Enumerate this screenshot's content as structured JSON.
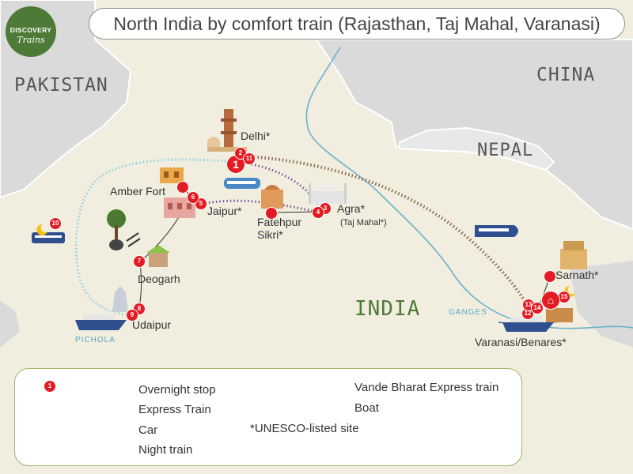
{
  "title": "North India by comfort train (Rajasthan, Taj Mahal, Varanasi)",
  "logo": {
    "brand": "DISCOVERY",
    "sub": "Trains"
  },
  "countries": {
    "pakistan": "PAKISTAN",
    "china": "CHINA",
    "nepal": "NEPAL",
    "india": "INDIA"
  },
  "water": {
    "ganges": "GANGES",
    "pichola": "PICHOLA"
  },
  "places": {
    "delhi": "Delhi*",
    "amber_fort": "Amber Fort",
    "jaipur": "Jaipur*",
    "fatehpur": "Fatehpur",
    "sikri": "Sikri*",
    "agra": "Agra*",
    "taj_mahal": "(Taj Mahal*)",
    "deogarh": "Deogarh",
    "udaipur": "Udaipur",
    "sarnath": "Sarnath*",
    "varanasi": "Varanasi/Benares*"
  },
  "stops": [
    "1",
    "2",
    "3",
    "4",
    "5",
    "6",
    "7",
    "8",
    "9",
    "10",
    "11",
    "12",
    "13",
    "14",
    "15"
  ],
  "legend": {
    "marker": "1",
    "overnight": "Overnight stop",
    "express": "Express Train",
    "car": "Car",
    "night": "Night train",
    "vande": "Vande Bharat Express train",
    "boat": "Boat",
    "unesco": "*UNESCO-listed site"
  },
  "colors": {
    "land_other": "#d9d9d9",
    "land_india": "#f1eedf",
    "river": "#6bb0cc",
    "express": "#7a4f96",
    "night": "#8fd0e6",
    "vande": "#8b6a4c",
    "stop": "#e31b23",
    "legend_border": "#9bb56b"
  }
}
